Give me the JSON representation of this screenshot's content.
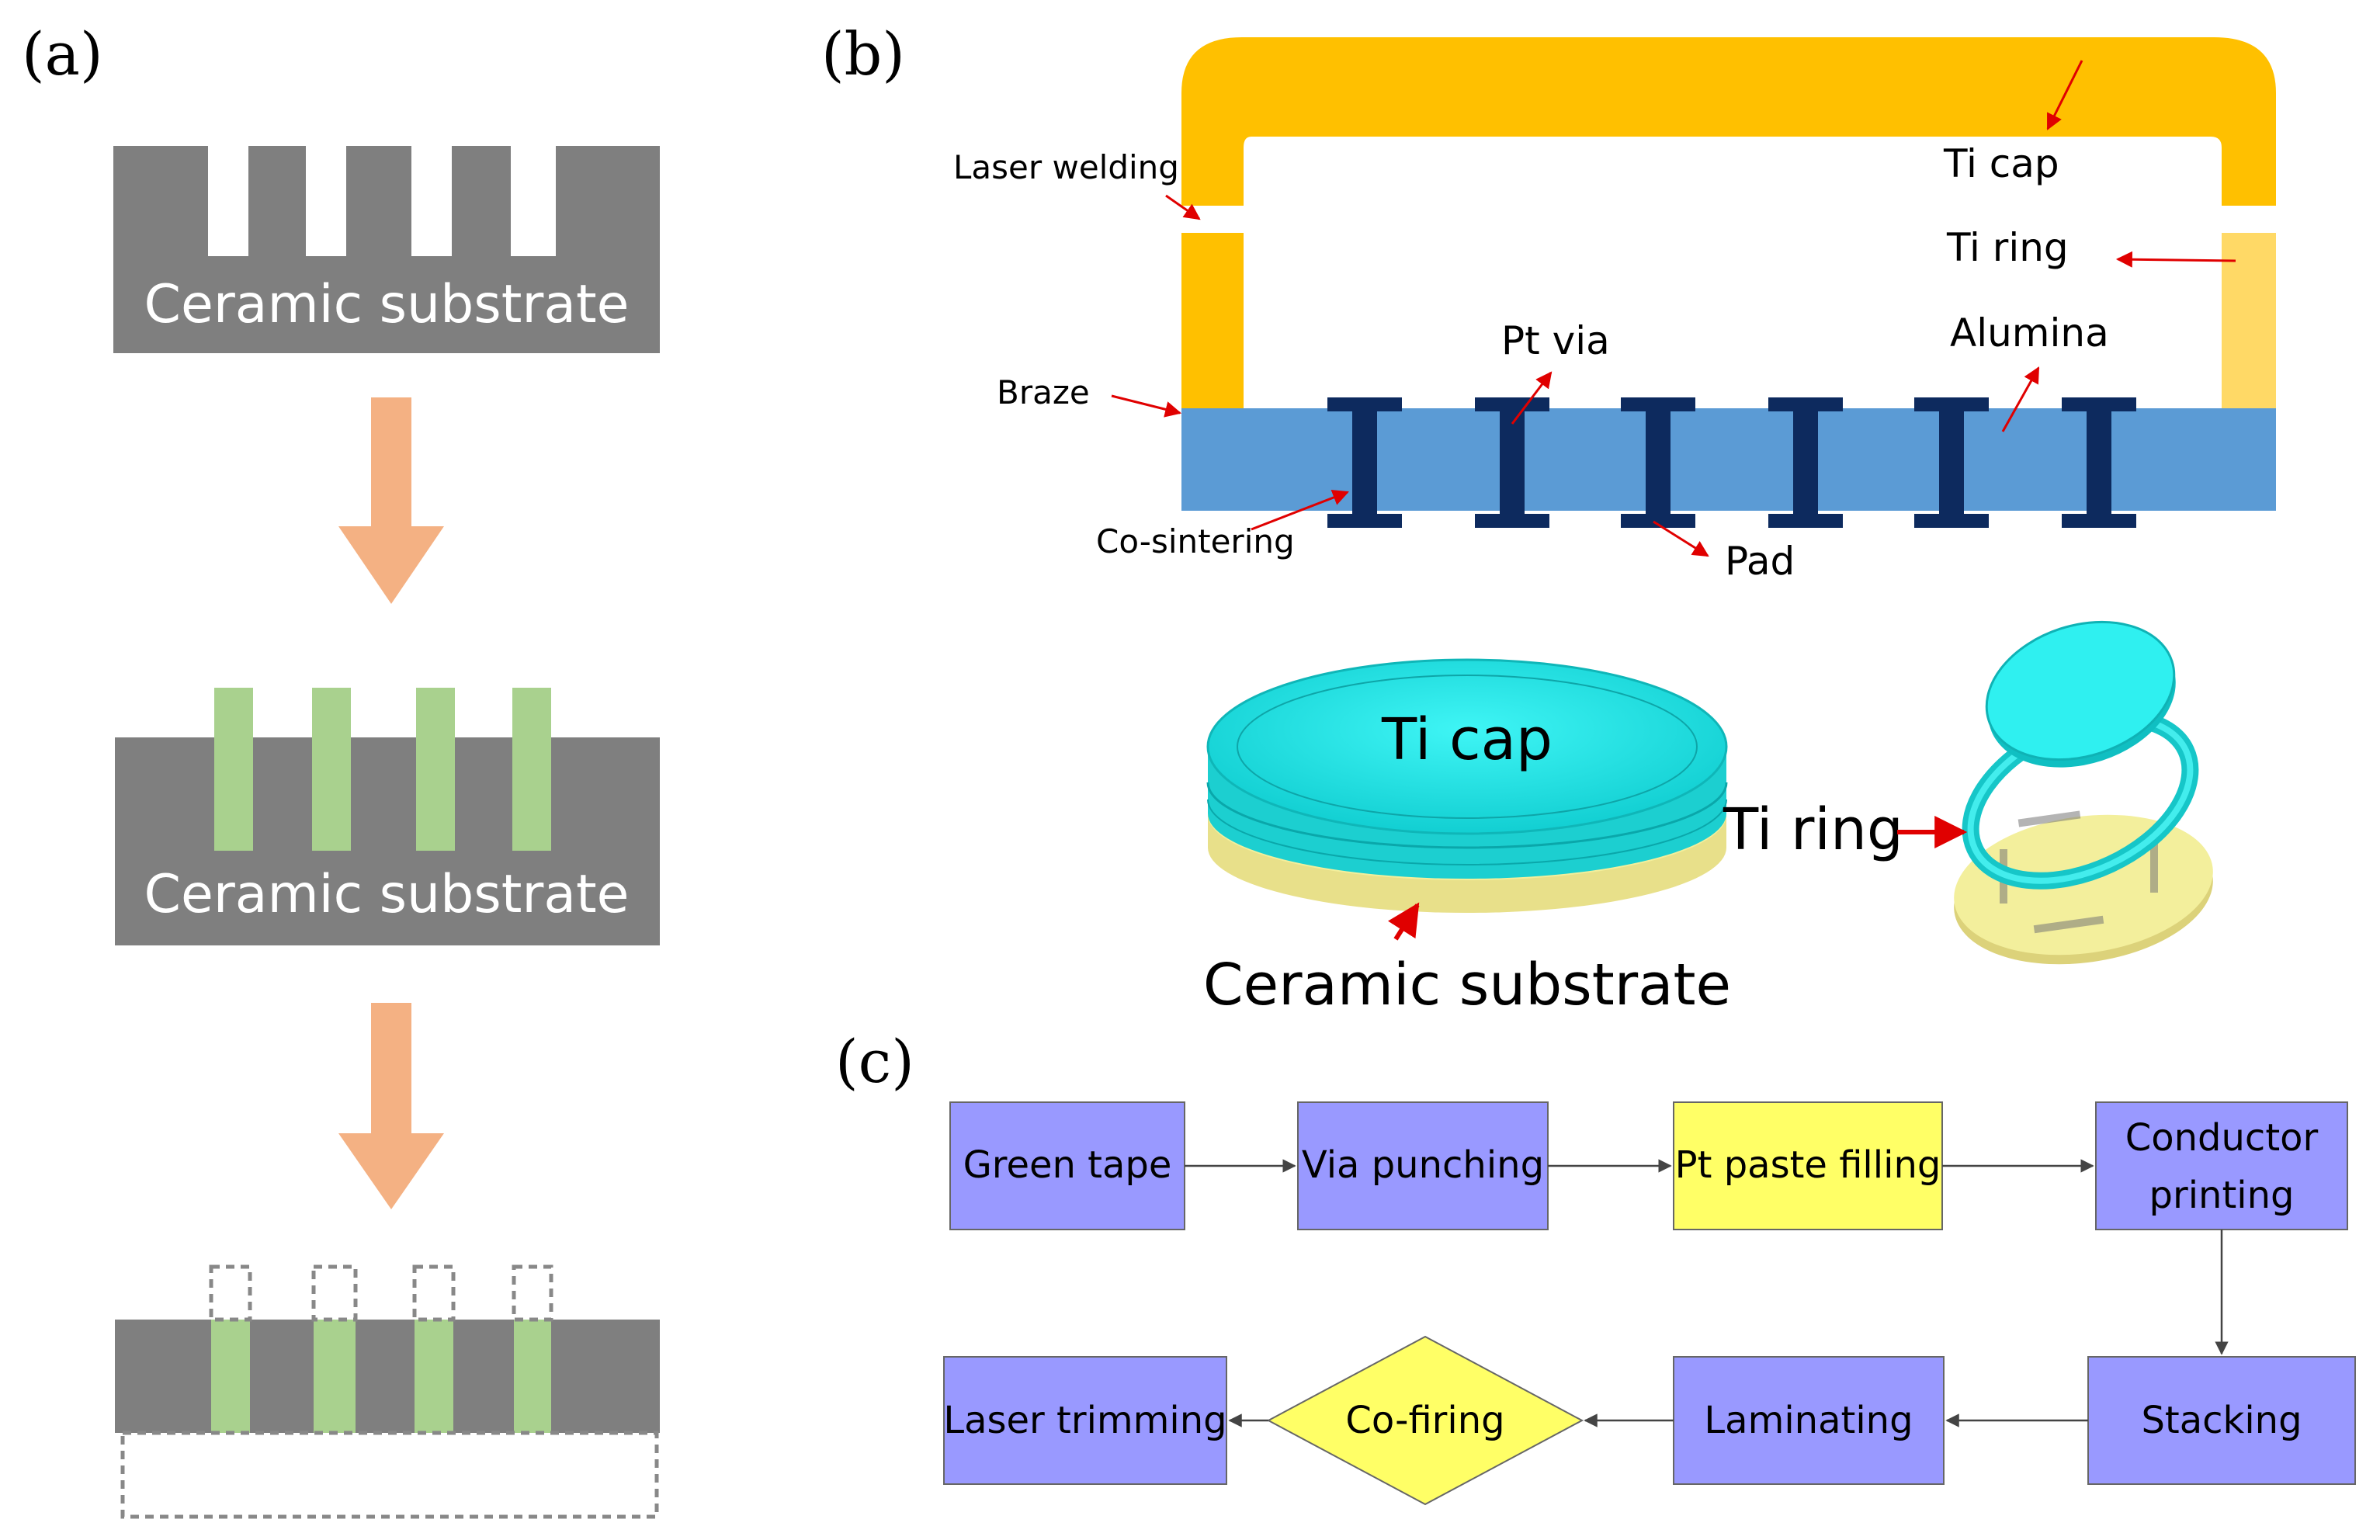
{
  "panels": {
    "a": "(a)",
    "b": "(b)",
    "c": "(c)"
  },
  "panel_a": {
    "substrate_label_1": "Ceramic substrate",
    "substrate_label_2": "Ceramic substrate"
  },
  "panel_b": {
    "callouts": {
      "laser_welding": "Laser welding",
      "ti_cap": "Ti cap",
      "ti_ring": "Ti ring",
      "braze": "Braze",
      "pt_via": "Pt via",
      "alumina": "Alumina",
      "co_sintering": "Co-sintering",
      "pad": "Pad"
    },
    "render_labels": {
      "ti_cap": "Ti cap",
      "ti_ring": "Ti ring",
      "ceramic_substrate": "Ceramic substrate"
    }
  },
  "panel_c": {
    "steps": {
      "green_tape": "Green tape",
      "via_punching": "Via punching",
      "pt_paste_filling": "Pt paste filling",
      "conductor_printing_1": "Conductor",
      "conductor_printing_2": "printing",
      "stacking": "Stacking",
      "laminating": "Laminating",
      "co_firing": "Co-firing",
      "laser_trimming": "Laser trimming"
    }
  },
  "colors": {
    "substrate_gray": "#7f7f7f",
    "via_green": "#a9d18e",
    "flow_arrow": "#f4b183",
    "ti_orange": "#ffc000",
    "ti_ring_light": "#ffd966",
    "alumina_blue": "#5b9bd5",
    "via_navy": "#0d2a5e",
    "red_arrow": "#e00000",
    "cap_cyan": "#22e6e6",
    "ceramic_yellow": "#f3ef9c",
    "box_purple": "#9999ff",
    "box_yellow": "#ffff66"
  }
}
